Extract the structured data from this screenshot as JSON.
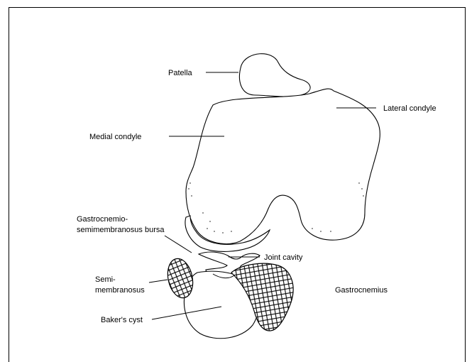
{
  "labels": {
    "patella": "Patella",
    "lateral_condyle": "Lateral condyle",
    "medial_condyle": "Medial condyle",
    "bursa_line1": "Gastrocnemio-",
    "bursa_line2": "semimembranosus bursa",
    "joint_cavity": "Joint cavity",
    "semi_line1": "Semi-",
    "semi_line2": "membranosus",
    "gastrocnemius": "Gastrocnemius",
    "bakers_cyst": "Baker's cyst"
  }
}
